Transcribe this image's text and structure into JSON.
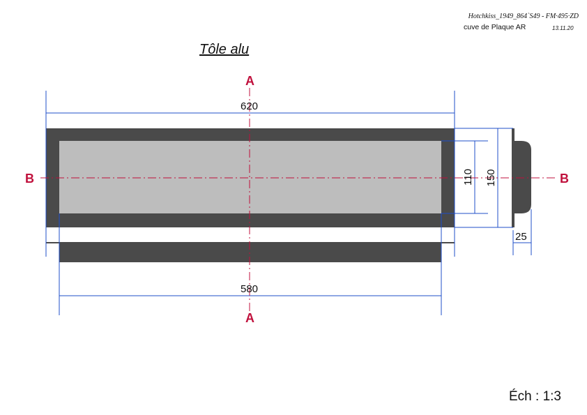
{
  "header": {
    "reference": "Hotchkiss_1949_864`S49 - FM·495·ZD",
    "part_name": "cuve de Plaque AR",
    "date": "13.11.20"
  },
  "title": "Tôle alu",
  "scale": "Éch : 1:3",
  "sections": {
    "vertical": "A",
    "horizontal": "B"
  },
  "dimensions": {
    "outer_width": "620",
    "inner_width": "580",
    "inner_height": "110",
    "outer_height": "150",
    "flange": "25"
  },
  "colors": {
    "plate": "#4a4a4a",
    "panel": "#bdbdbd",
    "dimension": "#1f4fc9",
    "axis": "#c0103c"
  }
}
